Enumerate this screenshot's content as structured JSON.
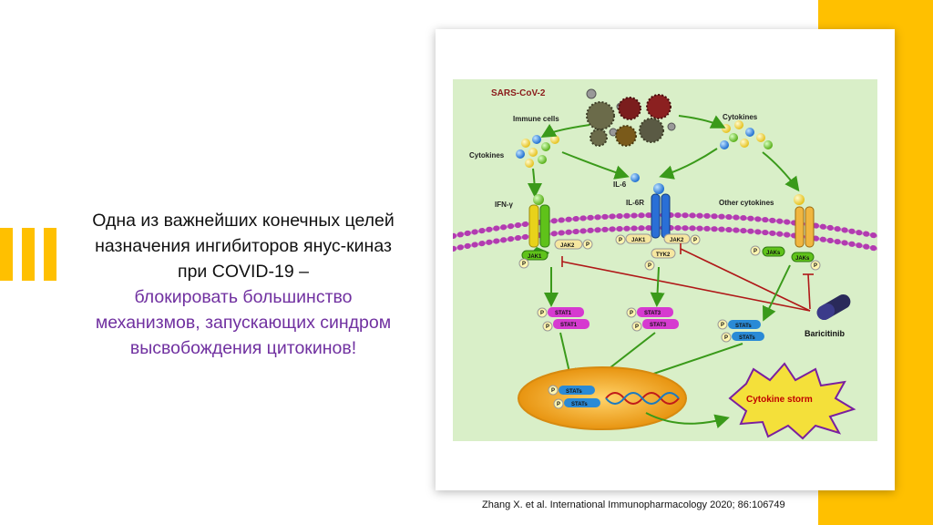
{
  "slide": {
    "text_plain": "Одна из важнейших конечных целей назначения ингибиторов янус-киназ при COVID-19 –",
    "text_highlight": "блокировать большинство механизмов, запускающих синдром высвобождения цитокинов!",
    "citation": "Zhang X. et al. International Immunopharmacology 2020; 86:106749"
  },
  "diagram": {
    "virus": "SARS-CoV-2",
    "immune_cells": "Immune cells",
    "cytokines_left": "Cytokines",
    "cytokines_right": "Cytokines",
    "il6": "IL-6",
    "ifn": "IFN-γ",
    "il6r": "IL-6R",
    "other_cytokines": "Other cytokines",
    "jak1_left": "JAK1",
    "jak2_left": "JAK2",
    "jak1_mid": "JAK1",
    "jak2_mid": "JAK2",
    "tyk2": "TYK2",
    "jaks_1": "JAKs",
    "jaks_2": "JAKs",
    "stat1_a": "STAT1",
    "stat1_b": "STAT1",
    "stat3_a": "STAT3",
    "stat3_b": "STAT3",
    "stats_a": "STATs",
    "stats_b": "STATs",
    "stats_nuc_a": "STATs",
    "stats_nuc_b": "STATs",
    "p": "P",
    "baricitinib": "Baricitinib",
    "cytokine_storm": "Cytokine storm"
  },
  "colors": {
    "accent": "#ffc000",
    "highlight_text": "#7030a0",
    "figure_bg": "#d9efc8",
    "arrow_green": "#3a9a1a",
    "inhibit_red": "#b01818",
    "nucleus": "#f2a31a",
    "storm": "#f4e03a"
  }
}
